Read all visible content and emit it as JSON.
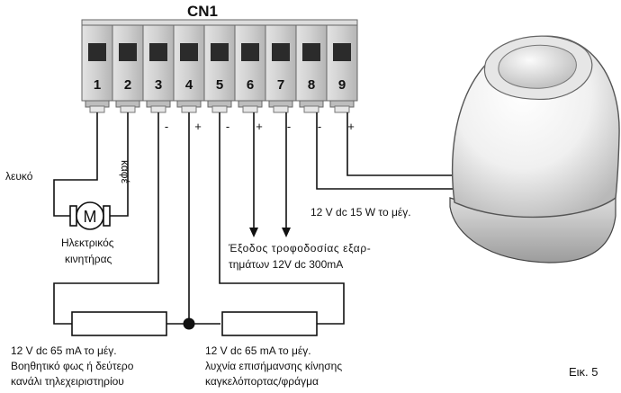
{
  "connector": {
    "name": "CN1",
    "pins": [
      {
        "number": "1",
        "polarity": ""
      },
      {
        "number": "2",
        "polarity": ""
      },
      {
        "number": "3",
        "polarity": "-"
      },
      {
        "number": "4",
        "polarity": "+"
      },
      {
        "number": "5",
        "polarity": "-"
      },
      {
        "number": "6",
        "polarity": "+"
      },
      {
        "number": "7",
        "polarity": "-"
      },
      {
        "number": "8",
        "polarity": "-"
      },
      {
        "number": "9",
        "polarity": "+"
      }
    ]
  },
  "motor": {
    "symbol": "M",
    "wire_white": "λευκό",
    "wire_brown": "καφέ",
    "label_line1": "Ηλεκτρικός",
    "label_line2": "κινητήρας"
  },
  "lamp_output": {
    "spec": "12 V dc 15 W το μέγ."
  },
  "accessory_output": {
    "line1": "Έξοδος τροφοδοσίας εξαρ-",
    "line2": "τημάτων 12V dc 300mA"
  },
  "aux_light": {
    "spec": "12 V dc 65 mA το μέγ.",
    "line1": "Βοηθητικό φως ή δεύτερο",
    "line2": "κανάλι τηλεχειριστηρίου"
  },
  "motion_lamp": {
    "spec": "12 V dc 65 mA το μέγ.",
    "line1": "λυχνία επισήμανσης κίνησης",
    "line2": "καγκελόπορτας/φράγμα"
  },
  "figure_label": "Εικ. 5",
  "colors": {
    "terminal_body": "#cfcfcf",
    "terminal_window": "#2b2b2b",
    "wire": "#111111"
  }
}
